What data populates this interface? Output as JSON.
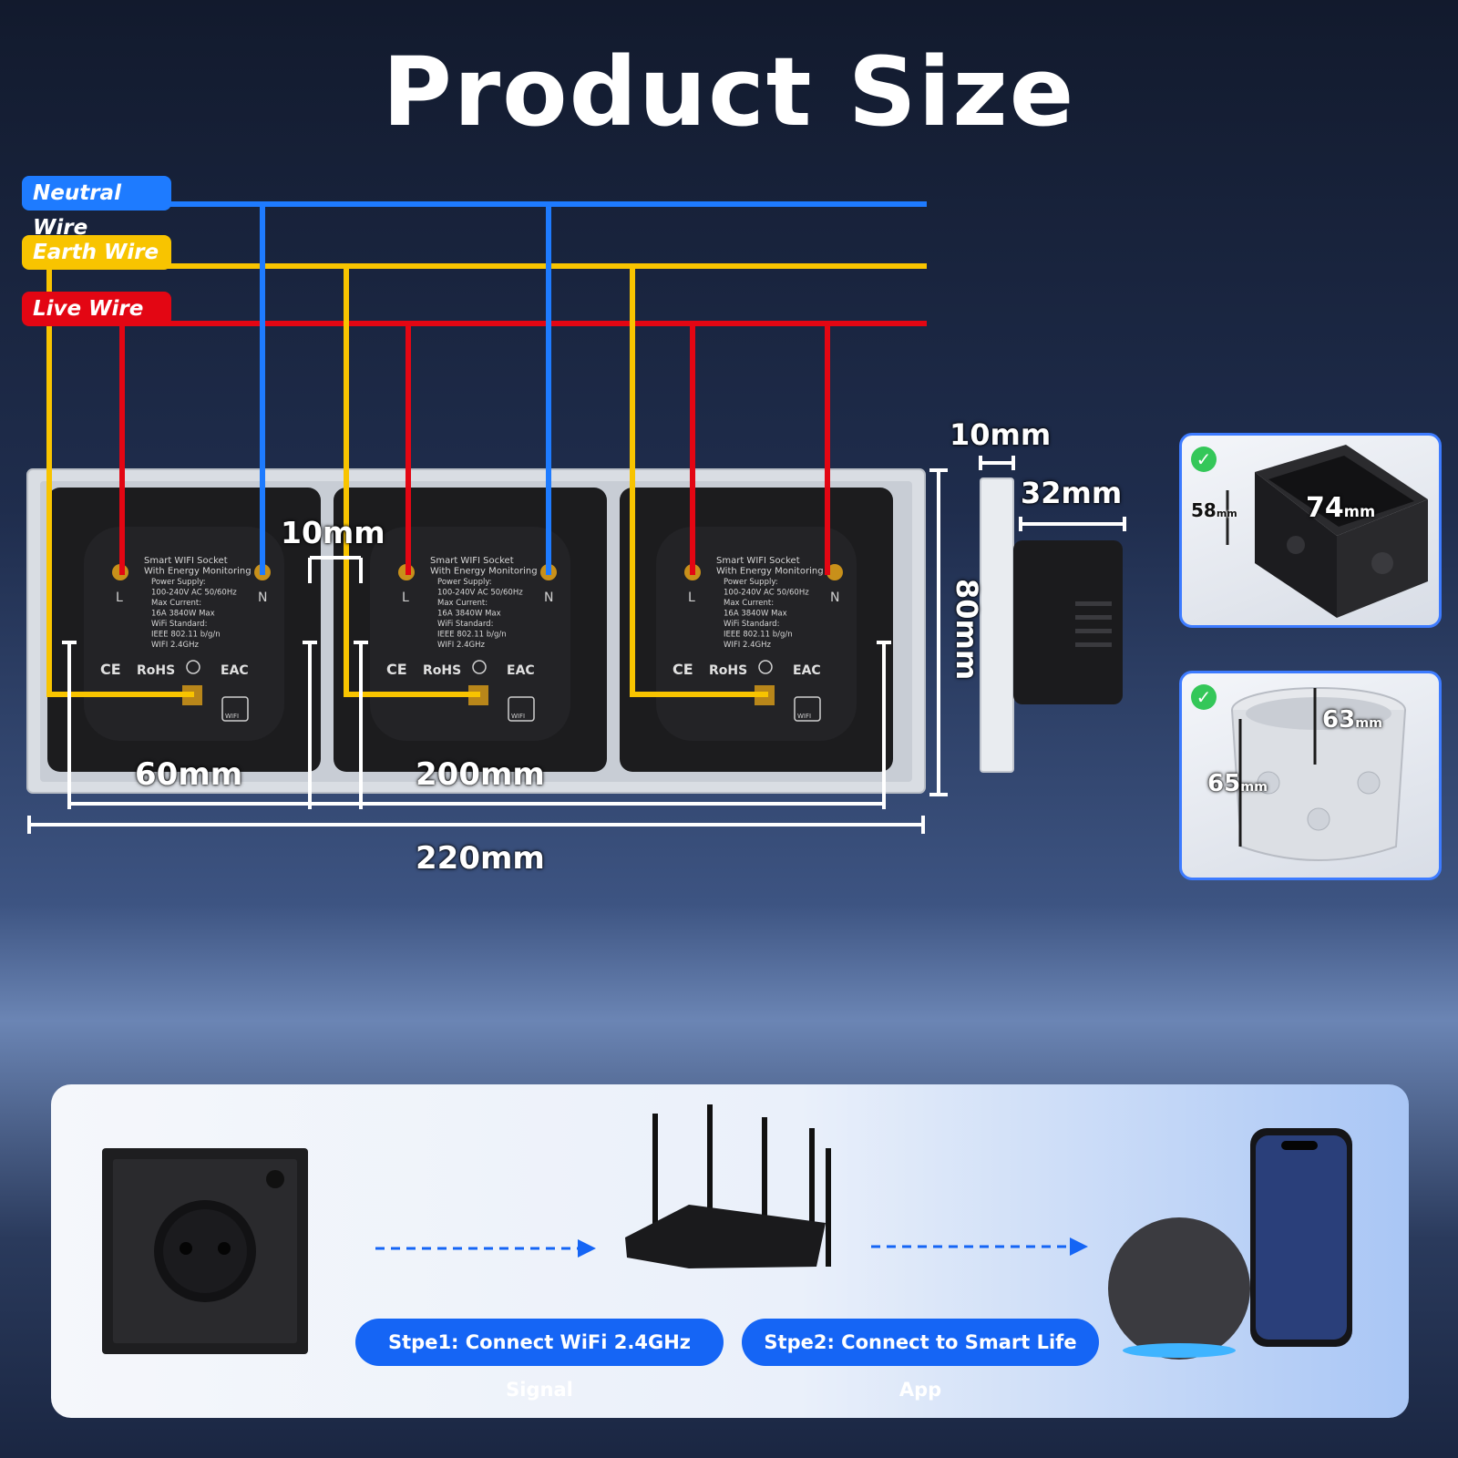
{
  "title": "Product Size",
  "wires": {
    "neutral": {
      "label": "Neutral Wire",
      "color": "#1e7bff"
    },
    "earth": {
      "label": "Earth Wire",
      "color": "#f8c400"
    },
    "live": {
      "label": "Live Wire",
      "color": "#e30613"
    }
  },
  "socket_module": {
    "text_lines": [
      "Smart WIFI Socket",
      "With Energy Monitoring",
      "Power Supply:",
      "100-240V AC 50/60Hz",
      "Max Current:",
      "16A 3840W Max",
      "WiFi Standard:",
      "IEEE 802.11 b/g/n",
      "WIFI 2.4GHz"
    ],
    "terminal_live": "L",
    "terminal_neutral": "N",
    "marks": [
      "CE",
      "RoHS",
      "EAC"
    ],
    "wifi_mark": "WIFI"
  },
  "dimensions": {
    "total_width": "220mm",
    "module_span": "200mm",
    "module_pitch": "60mm",
    "gap": "10mm",
    "height": "80mm",
    "plate_depth": "10mm",
    "module_depth": "32mm"
  },
  "boxes": {
    "square": {
      "side": "74",
      "depth": "58",
      "unit": "mm"
    },
    "round": {
      "depth_outer": "65",
      "depth_inner": "63",
      "unit": "mm"
    }
  },
  "steps": {
    "step1": "Stpe1: Connect WiFi 2.4GHz Signal",
    "step2": "Stpe2: Connect to Smart Life App"
  },
  "colors": {
    "accent": "#1565f5",
    "check": "#34c759"
  }
}
